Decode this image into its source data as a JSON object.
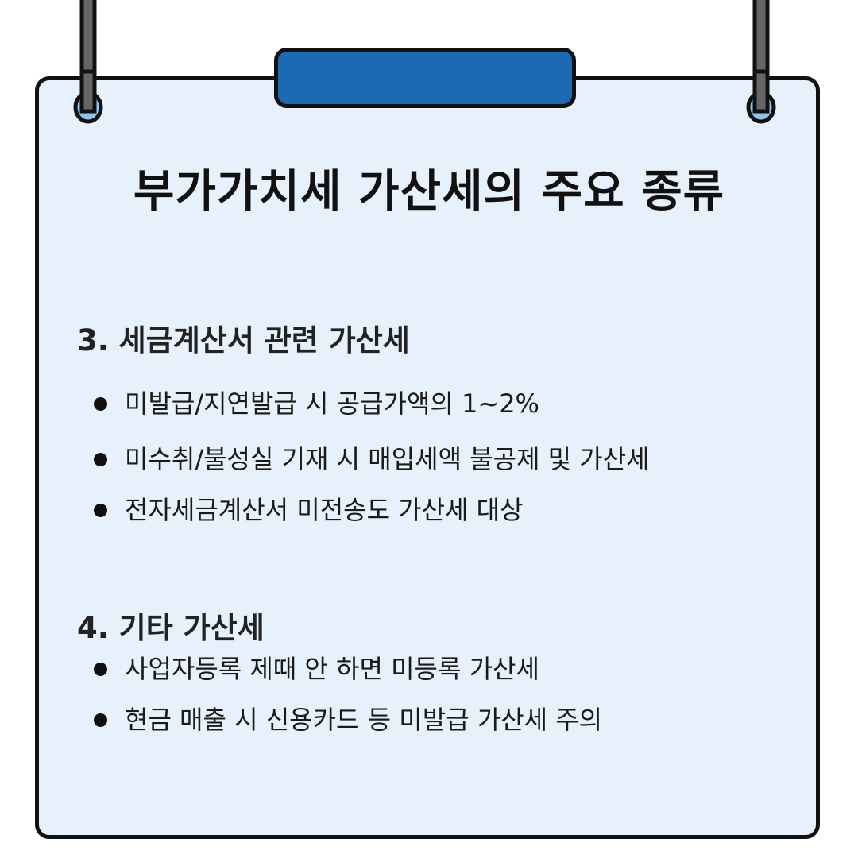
{
  "title": "부가가치세 가산세의 주요 종류",
  "sections": [
    {
      "heading": "3. 세금계산서 관련 가산세",
      "items": [
        "미발급/지연발급 시 공급가액의 1~2%",
        "미수취/불성실 기재 시 매입세액 불공제 및 가산세",
        "전자세금계산서 미전송도 가산세 대상"
      ]
    },
    {
      "heading": "4. 기타 가산세",
      "items": [
        "사업자등록 제때 안 하면 미등록 가산세",
        "현금 매출 시 신용카드 등 미발급 가산세 주의"
      ]
    }
  ],
  "colors": {
    "board_background": "#e7f1fb",
    "tab_fill": "#1d6ab4",
    "outline": "#111111",
    "ring_fill": "#8fc3ef"
  }
}
